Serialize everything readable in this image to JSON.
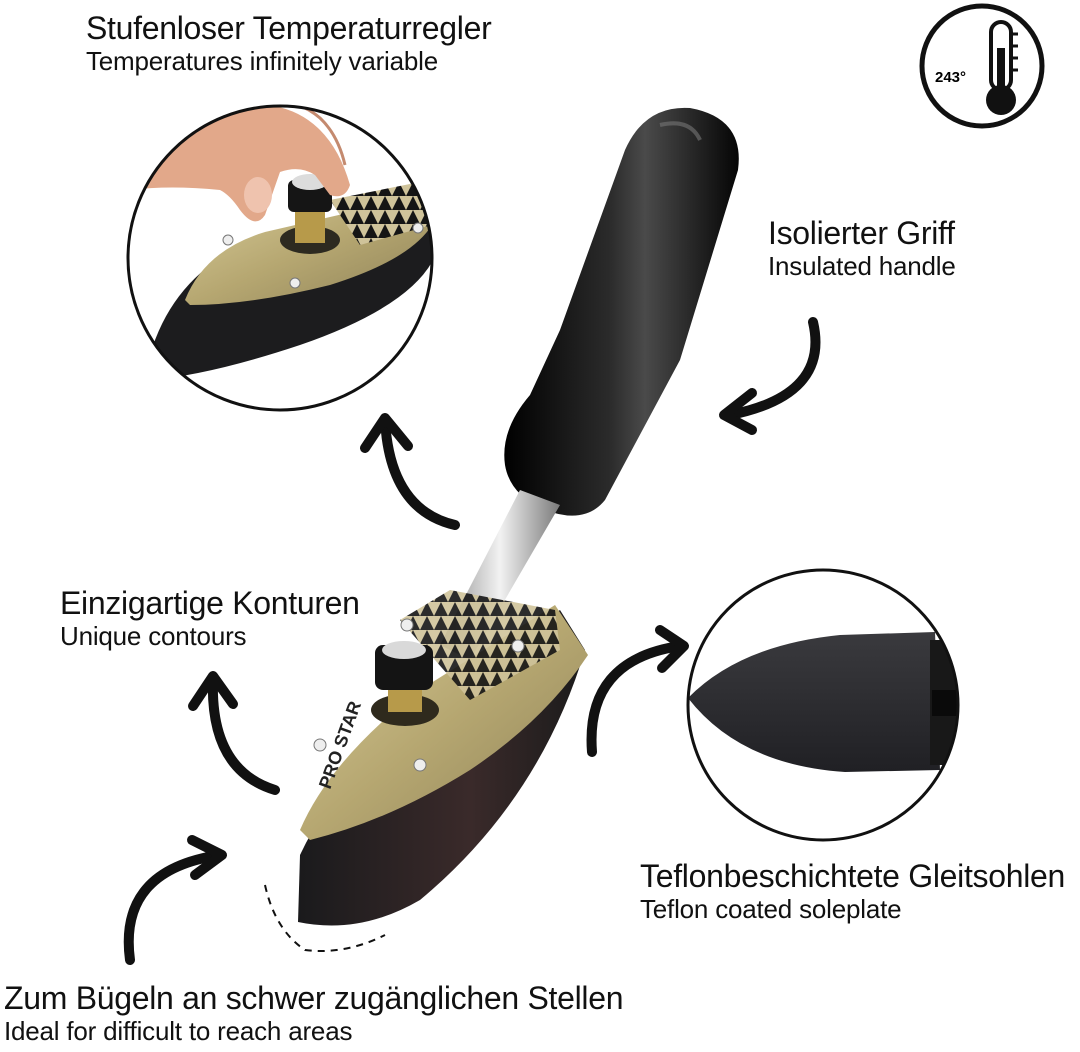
{
  "badge": {
    "temperature": "243°",
    "icon": "thermometer-icon"
  },
  "features": {
    "temperature_control": {
      "de": "Stufenloser Temperaturregler",
      "en": "Temperatures infinitely variable"
    },
    "handle": {
      "de": "Isolierter Griff",
      "en": "Insulated handle"
    },
    "contours": {
      "de": "Einzigartige Konturen",
      "en": "Unique contours"
    },
    "soleplate": {
      "de": "Teflonbeschichtete Gleitsohlen",
      "en": "Teflon coated soleplate"
    },
    "reach": {
      "de": "Zum Bügeln an schwer zugänglichen Stellen",
      "en": "Ideal for difficult to reach areas"
    }
  },
  "product": {
    "brand_label": "PRO STAR"
  },
  "colors": {
    "ink": "#111111",
    "handle": "#0d0d0d",
    "plate": "#b9ab7a",
    "sole": "#2a2a2c"
  }
}
